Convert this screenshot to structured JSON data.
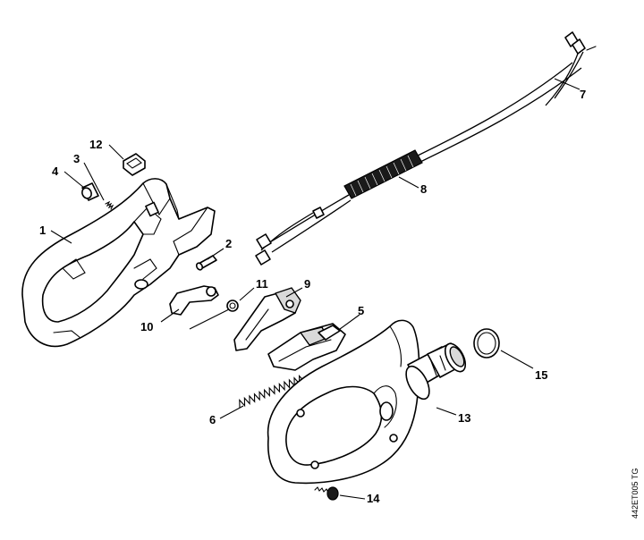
{
  "callouts": {
    "c1": "1",
    "c2": "2",
    "c3": "3",
    "c4": "4",
    "c5": "5",
    "c6": "6",
    "c7": "7",
    "c8": "8",
    "c9": "9",
    "c10": "10",
    "c11": "11",
    "c12": "12",
    "c13": "13",
    "c14": "14",
    "c15": "15"
  },
  "drawing_code": "442ET005 TG"
}
